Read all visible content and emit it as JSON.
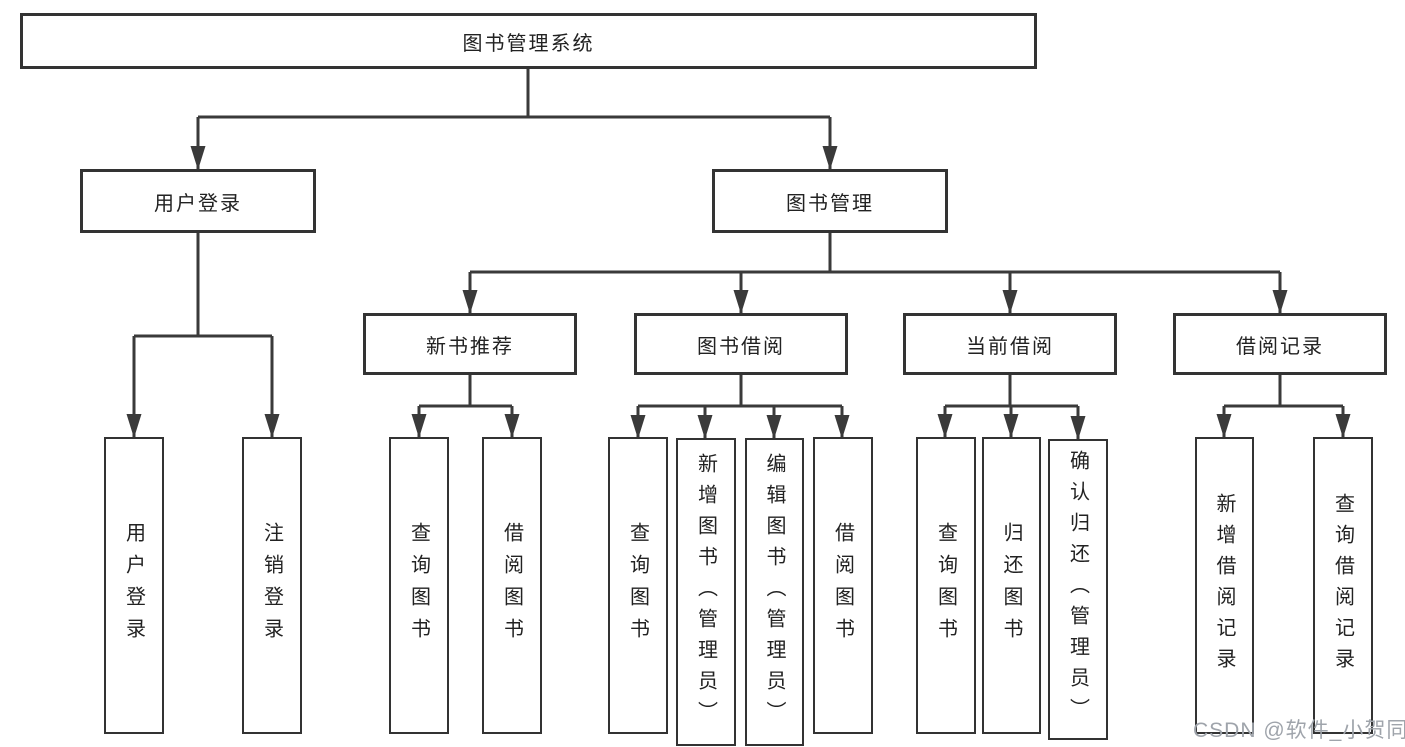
{
  "diagram_type": "hierarchy-tree",
  "root": {
    "label": "图书管理系统"
  },
  "branches": [
    {
      "label": "用户登录",
      "children": [
        {
          "label": "用户登录"
        },
        {
          "label": "注销登录"
        }
      ]
    },
    {
      "label": "图书管理",
      "children": [
        {
          "label": "新书推荐",
          "children": [
            {
              "label": "查询图书"
            },
            {
              "label": "借阅图书"
            }
          ]
        },
        {
          "label": "图书借阅",
          "children": [
            {
              "label": "查询图书"
            },
            {
              "label": "新增图书（管理员）"
            },
            {
              "label": "编辑图书（管理员）"
            },
            {
              "label": "借阅图书"
            }
          ]
        },
        {
          "label": "当前借阅",
          "children": [
            {
              "label": "查询图书"
            },
            {
              "label": "归还图书"
            },
            {
              "label": "确认归还（管理员）"
            }
          ]
        },
        {
          "label": "借阅记录",
          "children": [
            {
              "label": "新增借阅记录"
            },
            {
              "label": "查询借阅记录"
            }
          ]
        }
      ]
    }
  ],
  "watermark": {
    "text": "CSDN @软件_小贺同学"
  },
  "colors": {
    "line": "#3a3a3a",
    "box_border": "#333333",
    "box_fill": "#ffffff",
    "text": "#222222",
    "watermark": "#9fa4ab",
    "background": "#ffffff"
  }
}
